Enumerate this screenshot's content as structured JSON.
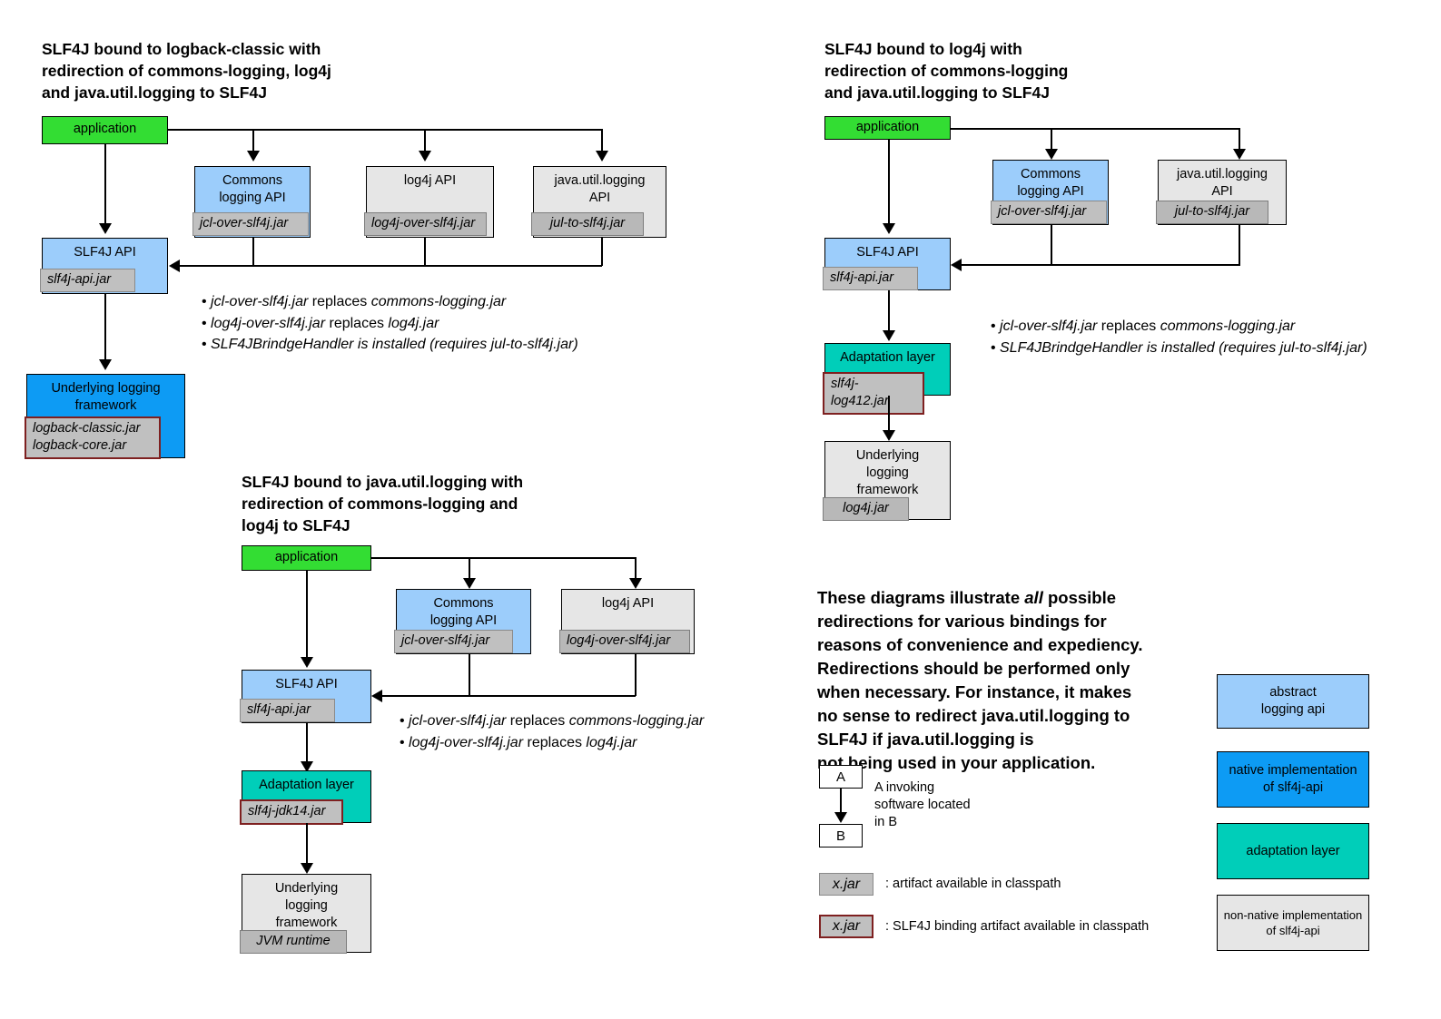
{
  "colors": {
    "application": "#33dd33",
    "abstract_api": "#9ccdfb",
    "native_impl": "#0d9bf4",
    "adaptation": "#00ceb9",
    "non_native": "#e6e6e6",
    "jar_chip": "#c0c0c0",
    "binding_border": "#7e2020",
    "line": "#000000"
  },
  "diagram1": {
    "heading": "SLF4J bound to logback-classic with\nredirection of commons-logging, log4j\nand java.util.logging to SLF4J",
    "application": "application",
    "commons": {
      "title": "Commons\nlogging API",
      "jar": "jcl-over-slf4j.jar"
    },
    "log4j": {
      "title": "log4j API",
      "jar": "log4j-over-slf4j.jar"
    },
    "jul": {
      "title": "java.util.logging\nAPI",
      "jar": "jul-to-slf4j.jar"
    },
    "slf4j_api": {
      "title": "SLF4J API",
      "jar": "slf4j-api.jar"
    },
    "underlying": {
      "title": "Underlying logging\nframework",
      "jar": "logback-classic.jar\nlogback-core.jar"
    },
    "notes": [
      {
        "a": "jcl-over-slf4j.jar",
        "mid": "replaces",
        "b": "commons-logging.jar"
      },
      {
        "a": "log4j-over-slf4j.jar",
        "mid": "replaces",
        "b": "log4j.jar"
      },
      {
        "a": "SLF4JBrindgeHandler is installed (requires jul-to-slf4j.jar)",
        "mid": "",
        "b": ""
      }
    ]
  },
  "diagram2": {
    "heading": "SLF4J bound to log4j with\nredirection of commons-logging\nand java.util.logging to SLF4J",
    "application": "application",
    "commons": {
      "title": "Commons\nlogging API",
      "jar": "jcl-over-slf4j.jar"
    },
    "jul": {
      "title": "java.util.logging\nAPI",
      "jar": "jul-to-slf4j.jar"
    },
    "slf4j_api": {
      "title": "SLF4J API",
      "jar": "slf4j-api.jar"
    },
    "adaptation": {
      "title": "Adaptation layer",
      "jar": "slf4j-log412.jar"
    },
    "underlying": {
      "title": "Underlying\nlogging\nframework",
      "jar": "log4j.jar"
    },
    "notes": [
      {
        "a": "jcl-over-slf4j.jar",
        "mid": "replaces",
        "b": "commons-logging.jar"
      },
      {
        "a": "SLF4JBrindgeHandler is installed (requires jul-to-slf4j.jar)",
        "mid": "",
        "b": ""
      }
    ]
  },
  "diagram3": {
    "heading": "SLF4J bound to java.util.logging with\nredirection of commons-logging and\nlog4j to SLF4J",
    "application": "application",
    "commons": {
      "title": "Commons\nlogging API",
      "jar": "jcl-over-slf4j.jar"
    },
    "log4j": {
      "title": "log4j API",
      "jar": "log4j-over-slf4j.jar"
    },
    "slf4j_api": {
      "title": "SLF4J API",
      "jar": "slf4j-api.jar"
    },
    "adaptation": {
      "title": "Adaptation layer",
      "jar": "slf4j-jdk14.jar"
    },
    "underlying": {
      "title": "Underlying\nlogging\nframework",
      "jar": "JVM runtime"
    },
    "notes": [
      {
        "a": "jcl-over-slf4j.jar",
        "mid": "replaces",
        "b": "commons-logging.jar"
      },
      {
        "a": "log4j-over-slf4j.jar",
        "mid": "replaces",
        "b": "log4j.jar"
      }
    ]
  },
  "paragraph": {
    "before": "These diagrams illustrate ",
    "emph": "all",
    "after": " possible\nredirections for various bindings for\nreasons of convenience and expediency.\nRedirections should be performed only\nwhen necessary. For instance, it makes\nno sense to redirect java.util.logging to\nSLF4J if java.util.logging is\nnot being used in your application."
  },
  "legend": {
    "box_a": "A",
    "box_b": "B",
    "arrow_caption": "A invoking\nsoftware located\nin B",
    "artifact_chip": "x.jar",
    "artifact_caption": ": artifact available in classpath",
    "binding_chip": "x.jar",
    "binding_caption": ": SLF4J binding artifact available in classpath",
    "swatches": [
      {
        "label": "abstract\nlogging api",
        "color": "#9ccdfb"
      },
      {
        "label": "native implementation\nof slf4j-api",
        "color": "#0d9bf4"
      },
      {
        "label": "adaptation layer",
        "color": "#00ceb9"
      },
      {
        "label": "non-native implementation\nof slf4j-api",
        "color": "#e6e6e6"
      }
    ]
  }
}
